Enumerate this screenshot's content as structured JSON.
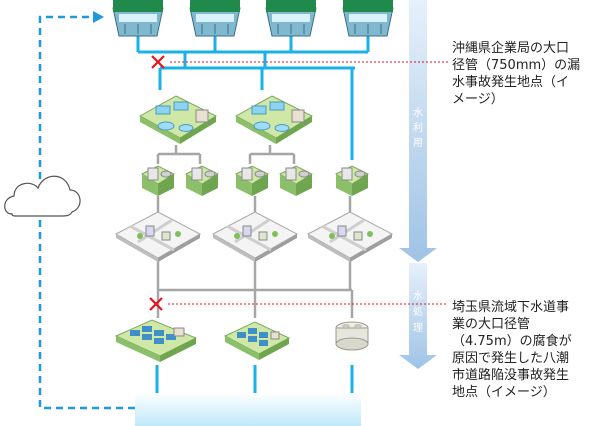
{
  "arrow_labels": {
    "water_use": [
      "水",
      "利",
      "用"
    ],
    "water_treatment": [
      "水",
      "処",
      "理"
    ]
  },
  "annotations": {
    "okinawa_leak": "沖縄県企業局の大口\n径管（750mm）の漏\n水事故発生地点（イ\nメージ）",
    "saitama_sinkhole": "埼玉県流域下水道事\n業の大口径管\n（4.75m）の腐食が\n原因で発生した八潮\n市道路陥没事故発生\n地点（イメージ）"
  },
  "colors": {
    "pipe": "#1ab1e6",
    "sewer_pipe": "#a6a6a6",
    "flow_arrow": "#aecce8",
    "incident_marker": "#e6141e",
    "leader_line": "#e6141e",
    "cycle_arrow": "#1f9ad9",
    "dam_roof": "#1f8a4c",
    "water_body": "#cfeefb"
  },
  "icons": {
    "dams": [
      "dam-icon",
      "dam-icon",
      "dam-icon",
      "dam-icon"
    ],
    "purification_plants": [
      "water-purification-plant-icon",
      "water-purification-plant-icon"
    ],
    "distribution_facilities": [
      "distribution-facility-icon",
      "distribution-facility-icon",
      "distribution-facility-icon",
      "distribution-facility-icon",
      "distribution-facility-icon"
    ],
    "cities": [
      "city-block-icon",
      "city-block-icon",
      "city-block-icon"
    ],
    "sewage_plants": [
      "sewage-treatment-plant-icon",
      "sewage-treatment-plant-icon"
    ],
    "septic_tank": "septic-tank-icon",
    "cloud": "cloud-icon"
  }
}
